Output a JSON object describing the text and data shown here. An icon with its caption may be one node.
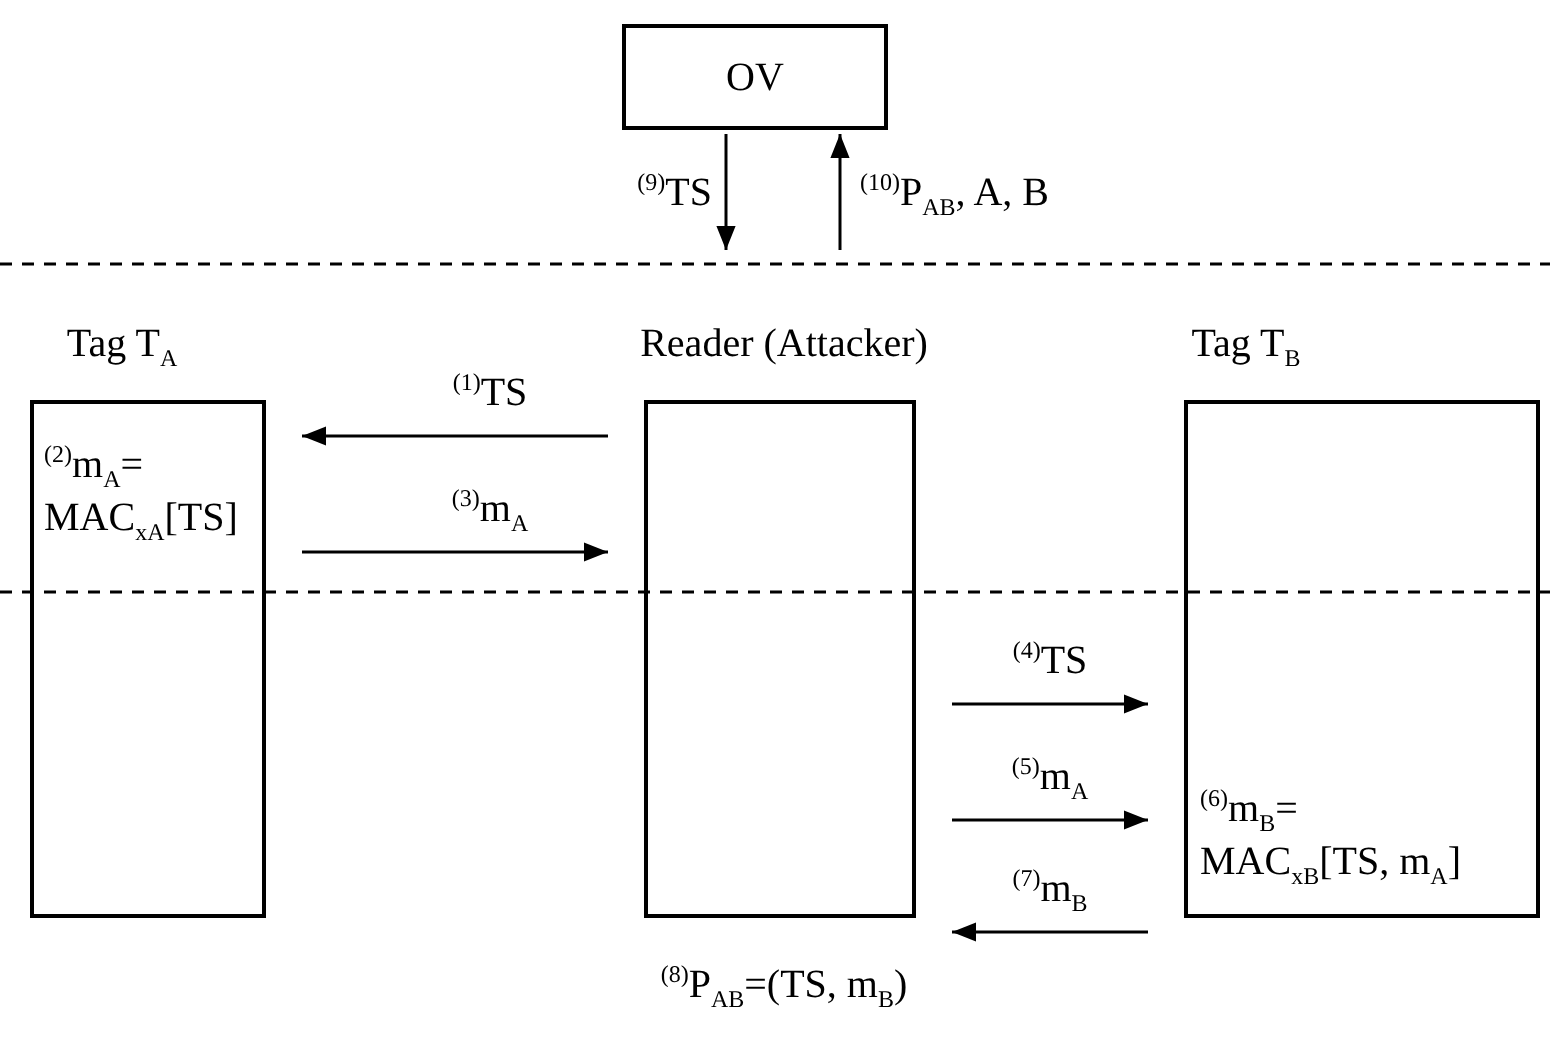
{
  "diagram": {
    "nodes": [
      {
        "text": [
          "OV"
        ]
      },
      {
        "text": [
          "Tag T$_{A}$",
          "$^{(2)}$m$_{A}$= MAC$_{xA}$[TS]"
        ]
      },
      {
        "text": [
          "Reader (Attacker)"
        ],
        "beside": [
          "$^{(8)}$P$_{AB}$=(TS, m$_{B}$)"
        ]
      },
      {
        "text": [
          "Tag T$_{B}$",
          "$^{(6)}$m$_{B}$= MAC$_{xB}$[TS, m$_{A}$]"
        ]
      }
    ],
    "edges": [
      {
        "from": 0,
        "to": null,
        "arrow": "to",
        "label": "$^{(9)}$TS"
      },
      {
        "from": null,
        "to": 0,
        "arrow": "to",
        "label": "$^{(10)}$P$_{AB}$, A, B"
      },
      {
        "from": 2,
        "to": 1,
        "arrow": "to",
        "label": "$^{(1)}$TS"
      },
      {
        "from": 1,
        "to": 2,
        "arrow": "to",
        "label": "$^{(3)}$m$_{A}$"
      },
      {
        "from": 2,
        "to": 3,
        "arrow": "to",
        "label": "$^{(4)}$TS"
      },
      {
        "from": 2,
        "to": 3,
        "arrow": "to",
        "label": "$^{(5)}$m$_{A}$"
      },
      {
        "from": 3,
        "to": 2,
        "arrow": "to",
        "label": "$^{(7)}$m$_{B}$"
      }
    ]
  }
}
